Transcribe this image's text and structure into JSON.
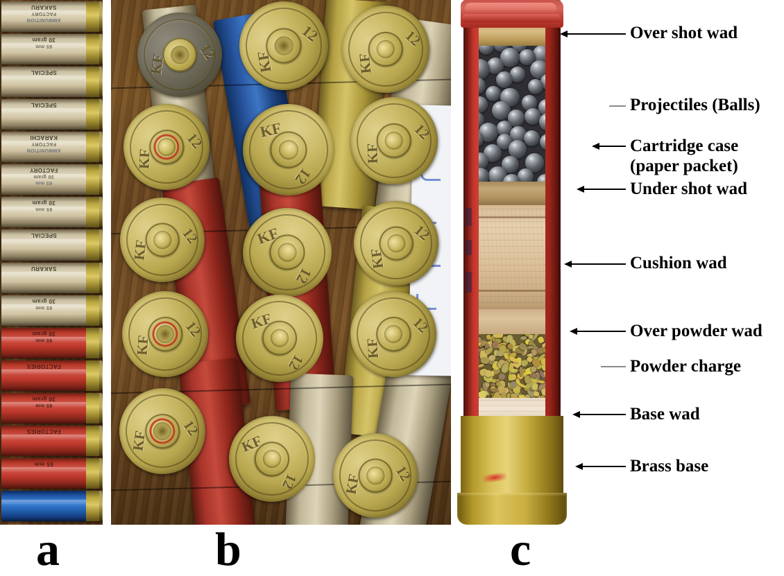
{
  "figure": {
    "panels": [
      {
        "letter": "a",
        "name": "paper-shotgun-shells"
      },
      {
        "letter": "b",
        "name": "cartridge-head-stamps"
      },
      {
        "letter": "c",
        "name": "sectioned-cartridge"
      }
    ]
  },
  "panel_a": {
    "letter": "a",
    "shells": [
      {
        "color": "#ddd3b6",
        "type": "paper",
        "line1": "SAKARU",
        "line2": "FACTORY",
        "line3": "AMMUNITION"
      },
      {
        "color": "#ddd3b6",
        "type": "paper",
        "line1": "30 gram",
        "line2": "65 mm",
        "line3": ""
      },
      {
        "color": "#ddd3b6",
        "type": "paper",
        "line1": "SPECIAL",
        "line2": "",
        "line3": ""
      },
      {
        "color": "#ddd3b6",
        "type": "paper",
        "line1": "SPECIAL",
        "line2": "",
        "line3": ""
      },
      {
        "color": "#ddd3b6",
        "type": "paper",
        "line1": "KARACHI",
        "line2": "FACTORY",
        "line3": "AMMUNITION"
      },
      {
        "color": "#ddd3b6",
        "type": "paper",
        "line1": "FACTORY",
        "line2": "30 gram",
        "line3": "65 mm"
      },
      {
        "color": "#ddd3b6",
        "type": "paper",
        "line1": "30 gram",
        "line2": "65 mm",
        "line3": ""
      },
      {
        "color": "#ddd3b6",
        "type": "paper",
        "line1": "SPECIAL",
        "line2": "",
        "line3": ""
      },
      {
        "color": "#ddd3b6",
        "type": "paper",
        "line1": "SAKARU",
        "line2": "",
        "line3": ""
      },
      {
        "color": "#ddd3b6",
        "type": "paper",
        "line1": "30 gram",
        "line2": "65 mm",
        "line3": ""
      },
      {
        "color": "#c4392c",
        "type": "red",
        "line1": "30 gram",
        "line2": "65 mm",
        "line3": ""
      },
      {
        "color": "#c4392c",
        "type": "red",
        "line1": "FACTORIES",
        "line2": "",
        "line3": ""
      },
      {
        "color": "#c4392c",
        "type": "red",
        "line1": "30 gram",
        "line2": "65 mm",
        "line3": ""
      },
      {
        "color": "#c4392c",
        "type": "red",
        "line1": "FACTORIES",
        "line2": "",
        "line3": ""
      },
      {
        "color": "#c4392c",
        "type": "red",
        "line1": "65 mm",
        "line2": "",
        "line3": ""
      },
      {
        "color": "#2f6cc0",
        "type": "blue",
        "line1": "",
        "line2": "",
        "line3": ""
      }
    ]
  },
  "panel_b": {
    "letter": "b",
    "headstamp_maker": "KF",
    "headstamp_gauge": "12",
    "heads": [
      {
        "row": 1,
        "col": 1,
        "maker": "KF",
        "gauge": "12",
        "finish": "tarnished"
      },
      {
        "row": 1,
        "col": 2,
        "maker": "KF",
        "gauge": "12",
        "finish": "brass"
      },
      {
        "row": 1,
        "col": 3,
        "maker": "KF",
        "gauge": "12",
        "finish": "brass"
      },
      {
        "row": 2,
        "col": 1,
        "maker": "KF",
        "gauge": "12",
        "finish": "brass"
      },
      {
        "row": 2,
        "col": 2,
        "maker": "KF",
        "gauge": "12",
        "finish": "brass"
      },
      {
        "row": 2,
        "col": 3,
        "maker": "KF",
        "gauge": "12",
        "finish": "brass"
      },
      {
        "row": 3,
        "col": 1,
        "maker": "KF",
        "gauge": "12",
        "finish": "brass"
      },
      {
        "row": 3,
        "col": 2,
        "maker": "KF",
        "gauge": "12",
        "finish": "brass"
      },
      {
        "row": 3,
        "col": 3,
        "maker": "KF",
        "gauge": "12",
        "finish": "brass"
      },
      {
        "row": 4,
        "col": 1,
        "maker": "KF",
        "gauge": "12",
        "finish": "brass"
      },
      {
        "row": 4,
        "col": 2,
        "maker": "KF",
        "gauge": "12",
        "finish": "brass"
      },
      {
        "row": 4,
        "col": 3,
        "maker": "KF",
        "gauge": "12",
        "finish": "brass"
      },
      {
        "row": 5,
        "col": 1,
        "maker": "KF",
        "gauge": "12",
        "finish": "brass"
      },
      {
        "row": 5,
        "col": 2,
        "maker": "KF",
        "gauge": "12",
        "finish": "brass"
      },
      {
        "row": 5,
        "col": 3,
        "maker": "KF",
        "gauge": "12",
        "finish": "brass"
      }
    ]
  },
  "panel_c": {
    "letter": "c",
    "labels": [
      {
        "id": "over-shot-wad",
        "text": "Over shot wad",
        "leader": "black"
      },
      {
        "id": "projectiles",
        "text": "Projectiles (Balls)",
        "leader": "grey"
      },
      {
        "id": "cartridge-case",
        "text": "Cartridge case",
        "text2": "(paper packet)",
        "leader": "black"
      },
      {
        "id": "under-shot-wad",
        "text": "Under shot wad",
        "leader": "black"
      },
      {
        "id": "cushion-wad",
        "text": "Cushion wad",
        "leader": "black"
      },
      {
        "id": "over-powder-wad",
        "text": "Over powder wad",
        "leader": "black"
      },
      {
        "id": "powder-charge",
        "text": "Powder charge",
        "leader": "grey"
      },
      {
        "id": "base-wad",
        "text": "Base wad",
        "leader": "black"
      },
      {
        "id": "brass-base",
        "text": "Brass base",
        "leader": "black"
      }
    ],
    "colors": {
      "case_red": "#c4392c",
      "brass": "#d0b84e",
      "wad_tan": "#d9bd85",
      "cushion_tan": "#e0c49e",
      "basewad_cream": "#eee0cb",
      "shot_grey": "#5c6167",
      "powder_olive": "#a59450"
    }
  }
}
